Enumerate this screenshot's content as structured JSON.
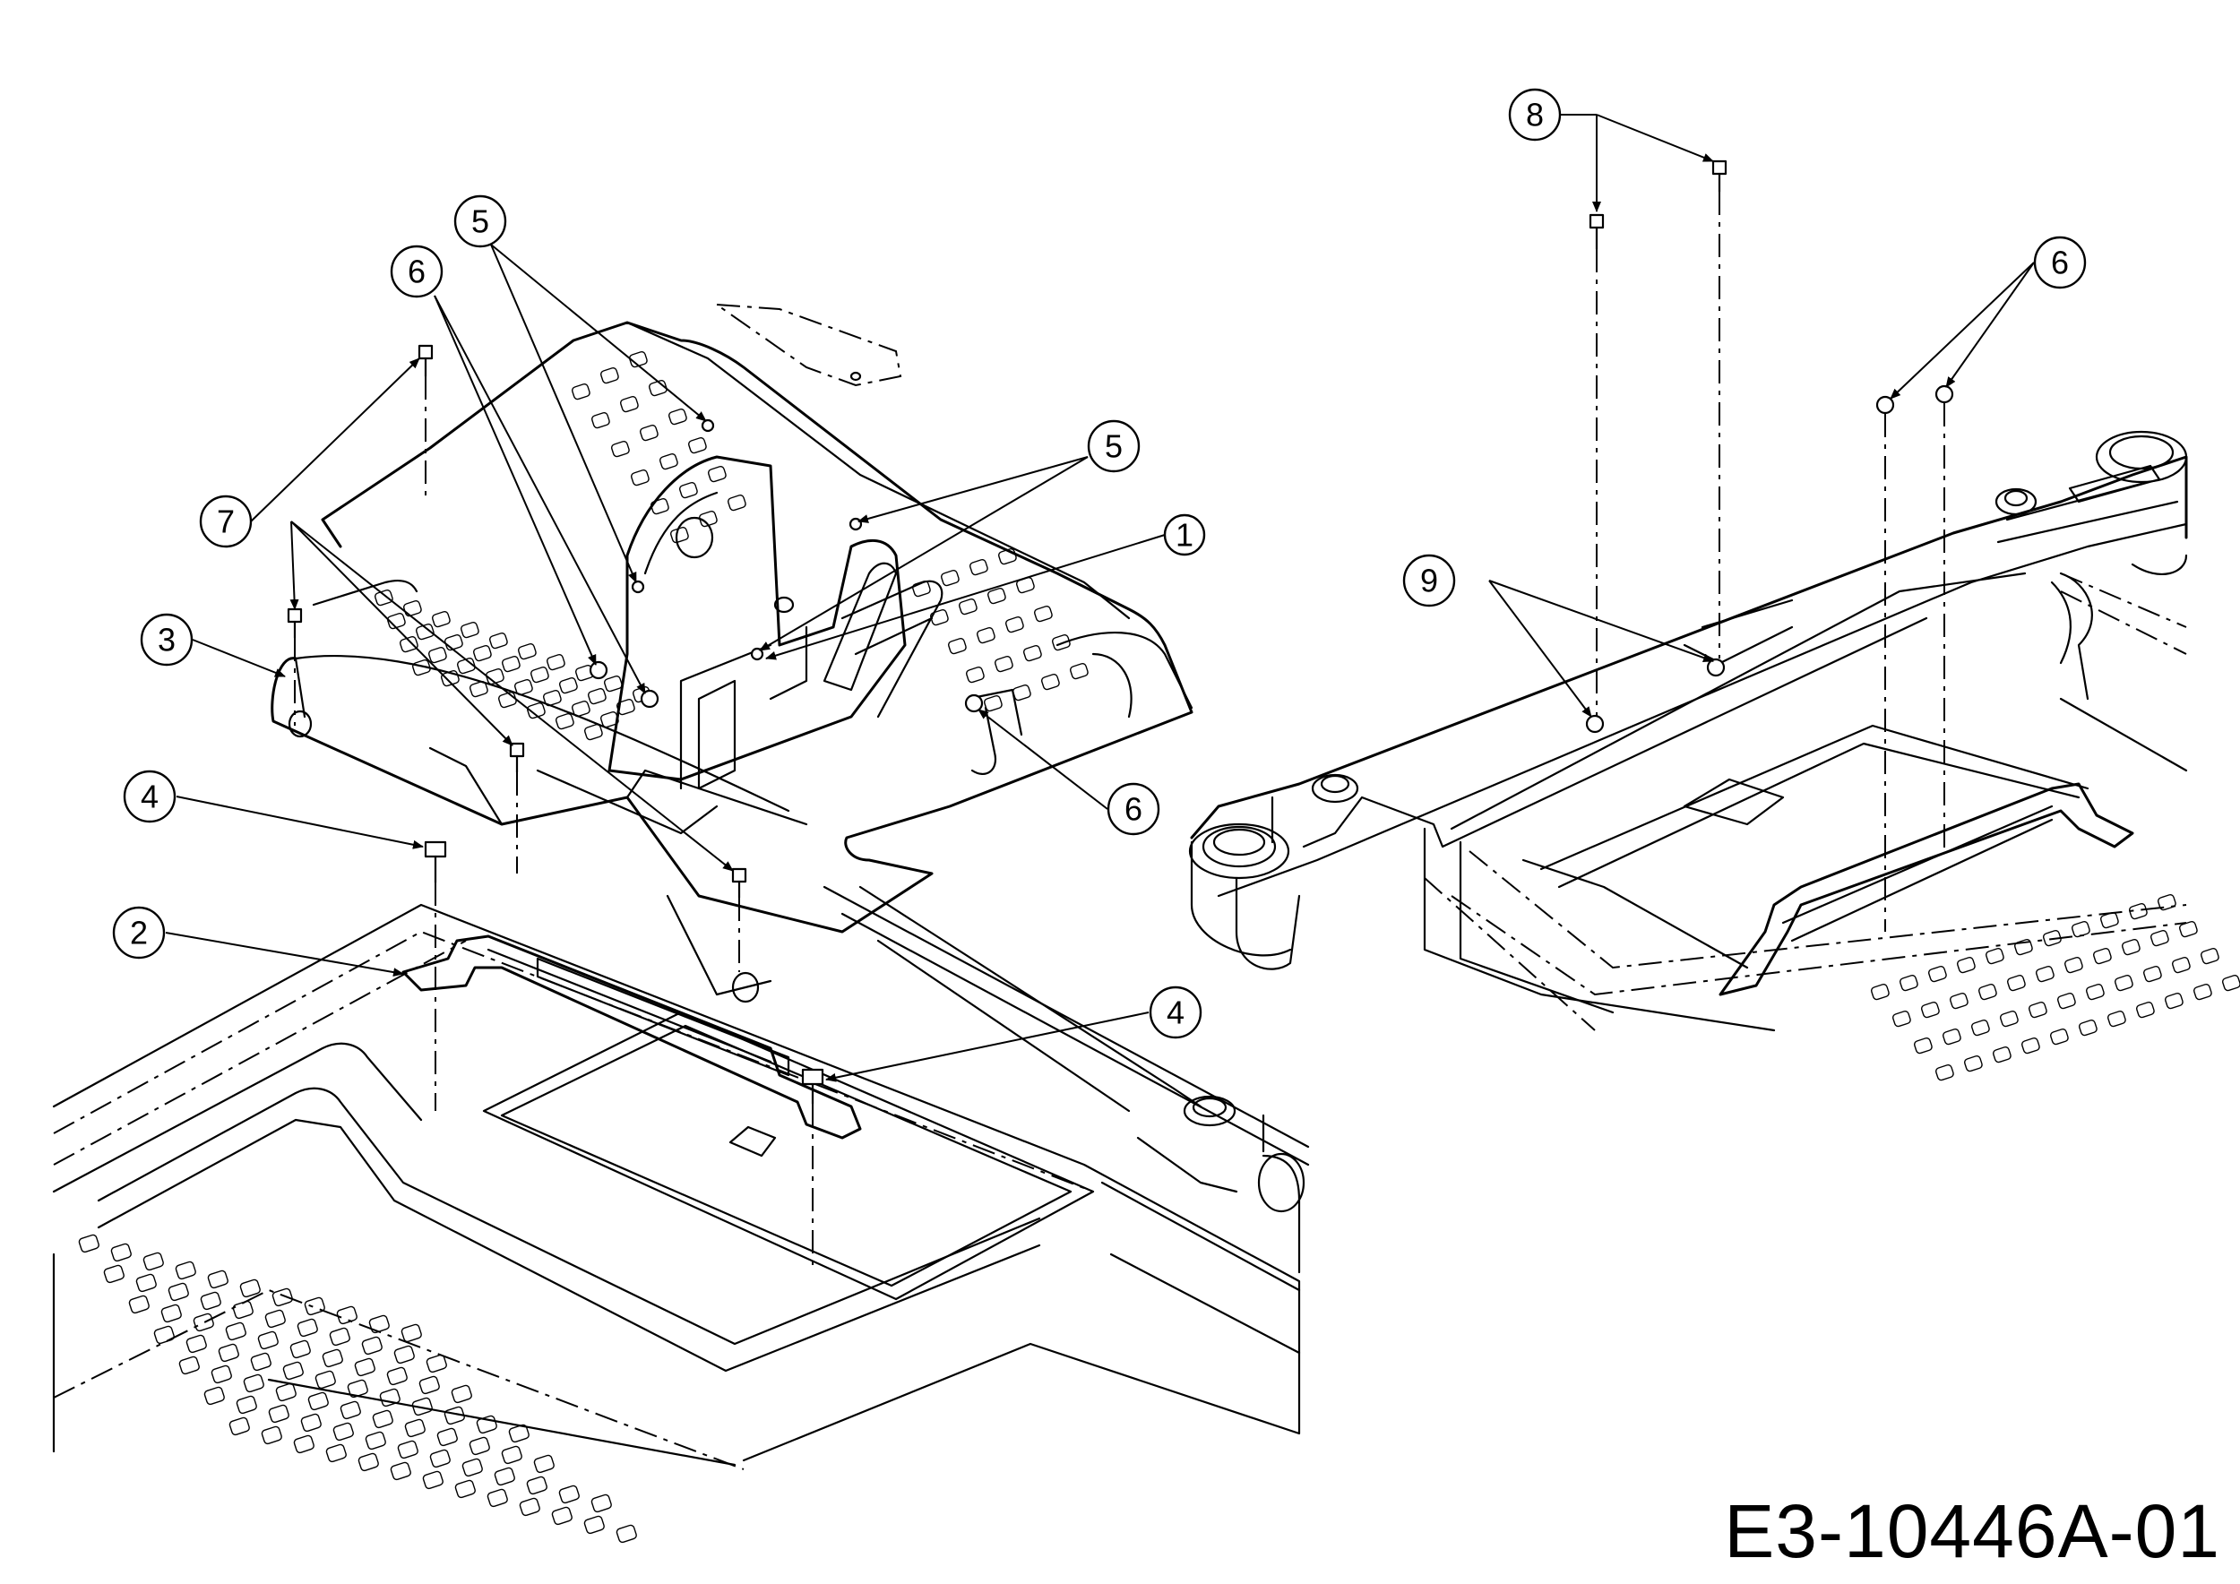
{
  "drawing": {
    "number": "E3-10446A-01"
  },
  "callouts": [
    {
      "id": "c1",
      "label": "1"
    },
    {
      "id": "c2",
      "label": "2"
    },
    {
      "id": "c3",
      "label": "3"
    },
    {
      "id": "c4a",
      "label": "4"
    },
    {
      "id": "c4b",
      "label": "4"
    },
    {
      "id": "c5a",
      "label": "5"
    },
    {
      "id": "c5b",
      "label": "5"
    },
    {
      "id": "c6a",
      "label": "6"
    },
    {
      "id": "c6b",
      "label": "6"
    },
    {
      "id": "c6c",
      "label": "6"
    },
    {
      "id": "c7",
      "label": "7"
    },
    {
      "id": "c8",
      "label": "8"
    },
    {
      "id": "c9",
      "label": "9"
    }
  ]
}
